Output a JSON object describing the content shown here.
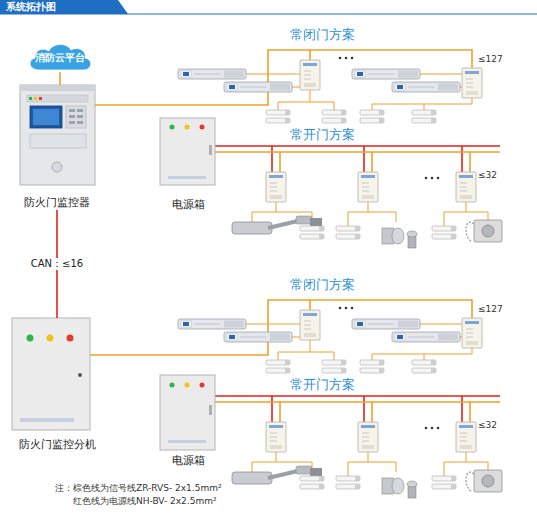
{
  "diagram": {
    "title": "系统拓扑图",
    "nodes": [
      {
        "text": [
          "消防云平台"
        ]
      },
      {
        "text": [
          "防火门监控器"
        ]
      },
      {
        "text": [
          "电源箱"
        ]
      },
      {
        "text": [
          "防火门监控分机"
        ]
      },
      {
        "text": [
          "电源箱"
        ]
      }
    ],
    "edges": [
      {
        "from": 0,
        "to": 1,
        "arrow": "none"
      },
      {
        "from": 1,
        "to": 3,
        "label": "CAN：≤16",
        "arrow": "none"
      }
    ],
    "labels": [
      "常闭门方案",
      "≤127",
      "常开门方案",
      "≤32",
      "常闭门方案",
      "≤127",
      "常开门方案",
      "≤32",
      "注：棕色线为信号线ZR-RVS- 2x1.5mm²",
      "红色线为电源线NH-BV- 2x2.5mm²"
    ]
  }
}
